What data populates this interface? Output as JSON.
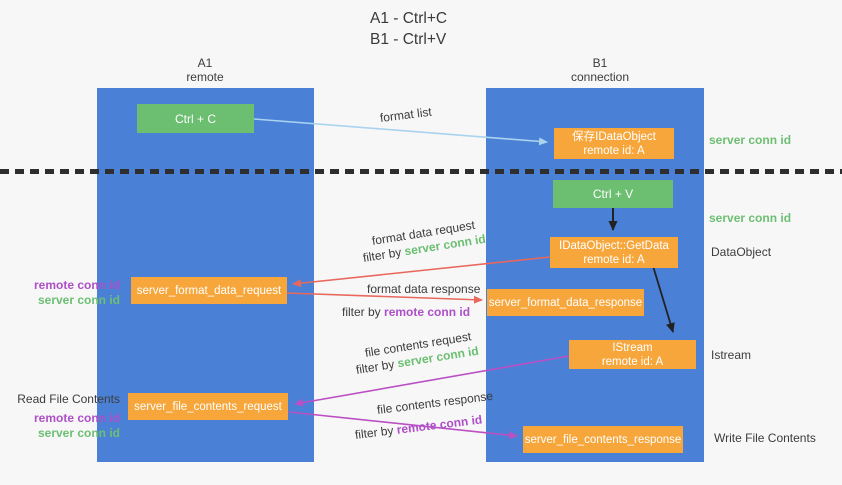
{
  "title": {
    "line1": "A1 - Ctrl+C",
    "line2": "B1 - Ctrl+V"
  },
  "lanes": {
    "left": {
      "name": "A1",
      "subtitle": "remote"
    },
    "right": {
      "name": "B1",
      "subtitle": "connection"
    }
  },
  "nodes": {
    "ctrl_c": {
      "label": "Ctrl + C"
    },
    "ctrl_v": {
      "label": "Ctrl + V"
    },
    "save_idataobject": {
      "line1": "保存IDataObject",
      "line2": "remote id: A"
    },
    "getdata": {
      "line1": "IDataObject::GetData",
      "line2": "remote id: A"
    },
    "istream": {
      "line1": "IStream",
      "line2": "remote id: A"
    },
    "server_format_data_request": {
      "label": "server_format_data_request"
    },
    "server_format_data_response": {
      "label": "server_format_data_response"
    },
    "server_file_contents_request": {
      "label": "server_file_contents_request"
    },
    "server_file_contents_response": {
      "label": "server_file_contents_response"
    }
  },
  "arrow_labels": {
    "format_list": "format list",
    "format_data_request": "format data request",
    "format_data_response": "format data response",
    "file_contents_request": "file contents request",
    "file_contents_response": "file contents response",
    "filter_by": "filter by",
    "server_conn_id": "server conn id",
    "remote_conn_id": "remote conn id"
  },
  "side_labels": {
    "right_top_server_conn_id": "server conn id",
    "right_mid_server_conn_id": "server conn id",
    "data_object": "DataObject",
    "istream": "Istream",
    "write_file_contents": "Write File Contents",
    "left_remote_conn_id": "remote conn id",
    "left_server_conn_id": "server conn id",
    "read_file_contents": "Read File Contents",
    "left_remote_conn_id_2": "remote conn id",
    "left_server_conn_id_2": "server conn id"
  },
  "colors": {
    "background": "#f7f7f7",
    "lane_blue": "#4a80d6",
    "green_box": "#6cbe70",
    "orange_box": "#f7a63c",
    "arrow_blue": "#a9d3ee",
    "arrow_red": "#e8685e",
    "arrow_magenta": "#bb4fc4",
    "arrow_black": "#222222",
    "green_text": "#6cbf72",
    "purple_text": "#ae4fc8"
  }
}
